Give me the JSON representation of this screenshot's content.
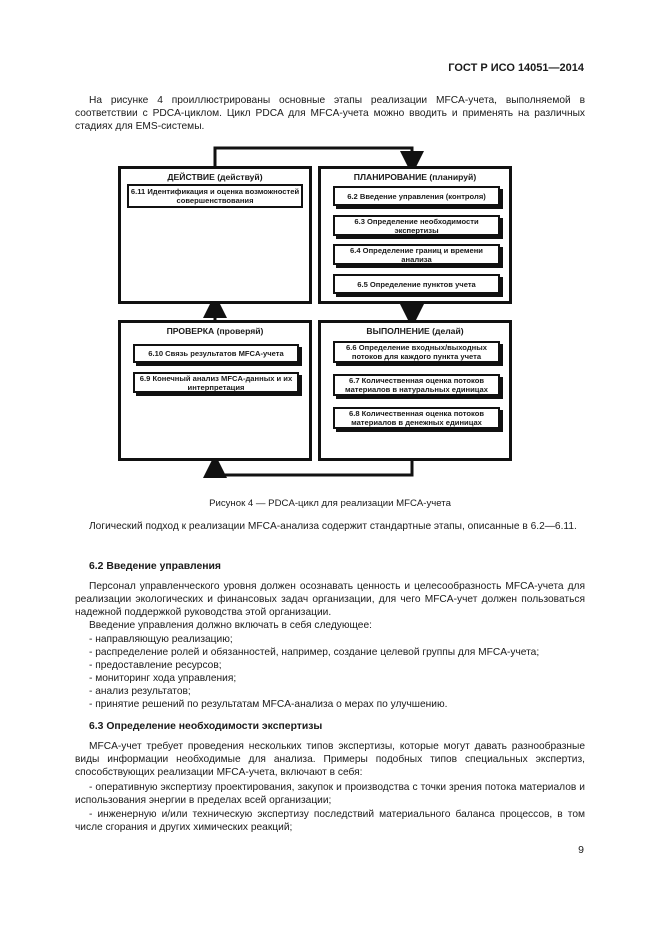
{
  "header": {
    "standard": "ГОСТ Р ИСО 14051—2014"
  },
  "intro": "На рисунке 4 проиллюстрированы основные этапы реализации MFCA-учета, выполняемой в соответствии с PDCA-циклом. Цикл PDCA для MFCA-учета можно вводить и применять на различных стадиях для EMS-системы.",
  "diagram": {
    "act": {
      "title": "ДЕЙСТВИЕ (действуй)",
      "items": [
        "6.11 Идентификация и оценка возможностей совершенствования"
      ]
    },
    "plan": {
      "title": "ПЛАНИРОВАНИЕ (планируй)",
      "items": [
        "6.2 Введение управления (контроля)",
        "6.3 Определение необходимости экспертизы",
        "6.4 Определение границ и времени анализа",
        "6.5 Определение пунктов учета"
      ]
    },
    "check": {
      "title": "ПРОВЕРКА (проверяй)",
      "items": [
        "6.10 Связь результатов MFCA-учета",
        "6.9 Конечный анализ MFCA-данных и их интерпретация"
      ]
    },
    "do": {
      "title": "ВЫПОЛНЕНИЕ (делай)",
      "items": [
        "6.6 Определение входных/выходных потоков для каждого пункта учета",
        "6.7 Количественная оценка потоков материалов в натуральных единицах",
        "6.8 Количественная оценка потоков материалов в денежных единицах"
      ]
    }
  },
  "figure_caption": "Рисунок 4 — PDCA-цикл для реализации MFCA-учета",
  "after_figure": "Логический подход к реализации MFCA-анализа содержит стандартные этапы, описанные в 6.2—6.11.",
  "section_62": {
    "heading": "6.2 Введение управления",
    "p1": "Персонал управленческого уровня должен осознавать ценность и целесообразность MFCA-учета для реализации экологических и финансовых задач организации, для чего MFCA-учет должен пользоваться надежной поддержкой руководства этой организации.",
    "p2": "Введение управления должно включать в себя следующее:",
    "list": [
      "- направляющую реализацию;",
      "- распределение ролей и обязанностей, например, создание целевой группы для MFCA-учета;",
      "- предоставление ресурсов;",
      "- мониторинг хода управления;",
      "- анализ результатов;",
      "- принятие решений по результатам MFCA-анализа о мерах по улучшению."
    ]
  },
  "section_63": {
    "heading": "6.3 Определение необходимости экспертизы",
    "p1": "MFCA-учет требует проведения нескольких типов экспертизы, которые могут давать разнообразные виды информации необходимые для анализа. Примеры подобных типов специальных экспертиз, способствующих реализации MFCA-учета, включают в себя:",
    "b1": "- оперативную экспертизу проектирования, закупок и производства с точки зрения потока материалов и использования энергии в пределах всей организации;",
    "b2": "- инженерную и/или техническую экспертизу последствий материального баланса процессов, в том числе сгорания и других химических реакций;"
  },
  "page_number": "9"
}
